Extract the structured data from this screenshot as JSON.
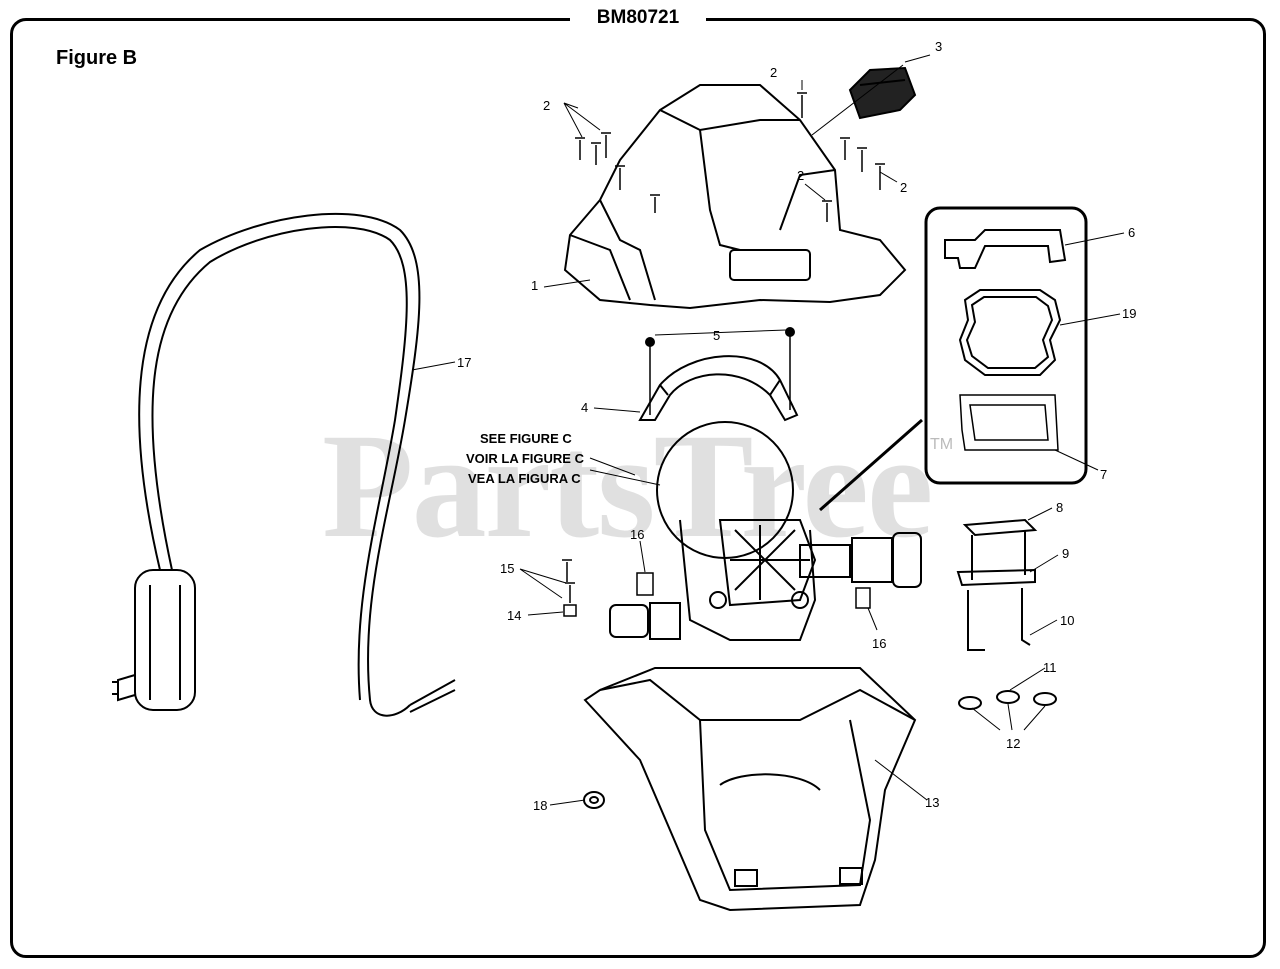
{
  "header": {
    "drawing_id": "BM80721",
    "figure_title": "Figure B"
  },
  "watermark": {
    "text": "PartsTree",
    "tm": "TM"
  },
  "note": {
    "line1": "SEE FIGURE C",
    "line2": "VOIR LA FIGURE C",
    "line3": "VEA LA FIGURA C"
  },
  "callouts": {
    "c1": "1",
    "c2a": "2",
    "c2b": "2",
    "c2c": "2",
    "c2d": "2",
    "c3": "3",
    "c4": "4",
    "c5": "5",
    "c6": "6",
    "c7": "7",
    "c8": "8",
    "c9": "9",
    "c10": "10",
    "c11": "11",
    "c12": "12",
    "c13": "13",
    "c14": "14",
    "c15": "15",
    "c16a": "16",
    "c16b": "16",
    "c17": "17",
    "c18": "18",
    "c19": "19"
  }
}
